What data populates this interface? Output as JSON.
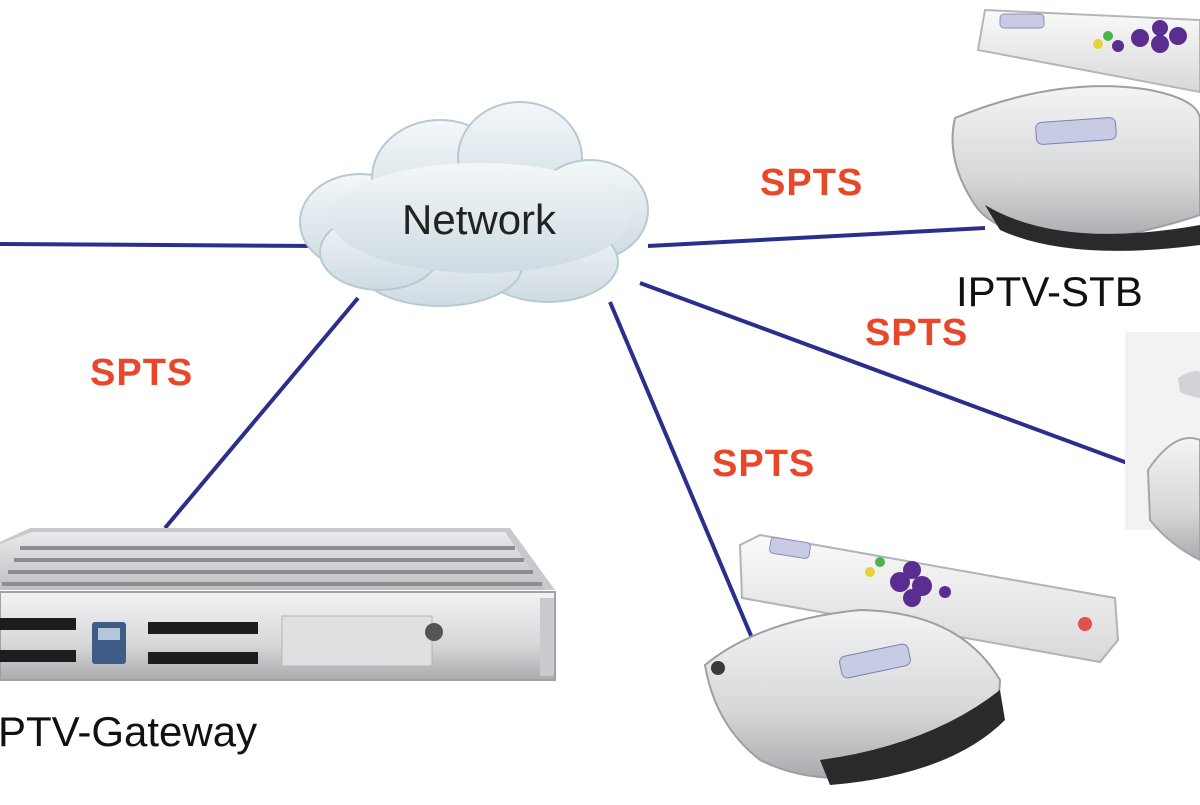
{
  "diagram": {
    "network_label": "Network",
    "gateway_label": "PTV-Gateway",
    "stb_label": "IPTV-STB",
    "links": [
      {
        "id": "gateway",
        "label": "SPTS"
      },
      {
        "id": "stb_top",
        "label": "SPTS"
      },
      {
        "id": "stb_right",
        "label": "SPTS"
      },
      {
        "id": "stb_bottom",
        "label": "SPTS"
      },
      {
        "id": "left_edge",
        "label": ""
      }
    ],
    "colors": {
      "link_line": "#2b2f8c",
      "spts_text": "#e8472a",
      "cloud_fill": "#e3ecf0",
      "device_silver": "#d9dadc",
      "remote_buttons": "#5a2d91"
    }
  }
}
